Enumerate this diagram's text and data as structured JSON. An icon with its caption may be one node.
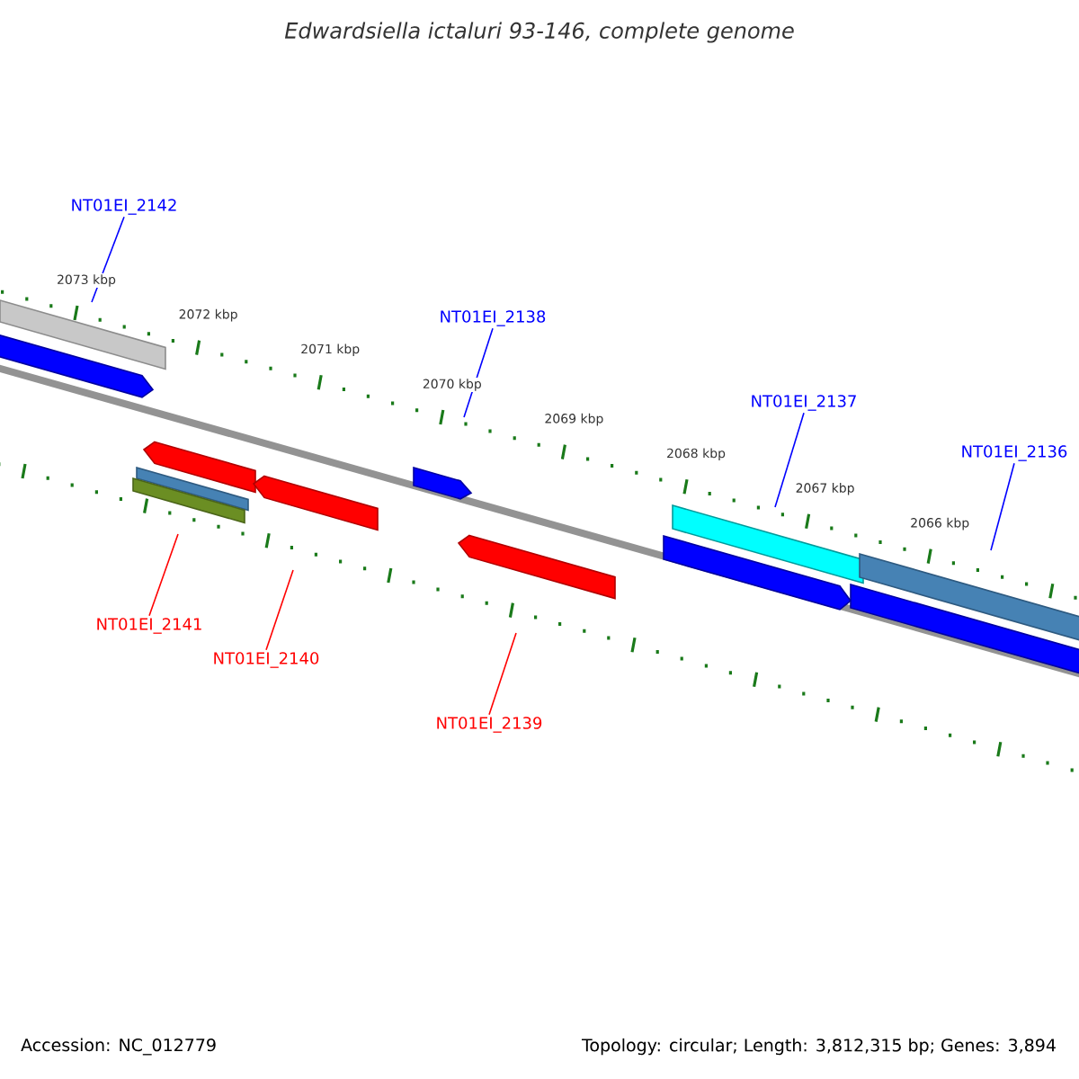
{
  "diagram": {
    "title": "Edwardsiella ictaluri 93-146, complete genome",
    "nodes": [
      {
        "text": [
          "NT01EI_2142"
        ]
      },
      {
        "text": [
          "NT01EI_2138"
        ]
      },
      {
        "text": [
          "NT01EI_2137"
        ]
      },
      {
        "text": [
          "NT01EI_2136"
        ]
      },
      {
        "text": [
          "NT01EI_2141"
        ]
      },
      {
        "text": [
          "NT01EI_2140"
        ]
      },
      {
        "text": [
          "NT01EI_2139"
        ]
      }
    ],
    "edges": [
      {
        "from": 0,
        "to": null,
        "arrow": "none"
      },
      {
        "from": 1,
        "to": null,
        "arrow": "none"
      },
      {
        "from": 2,
        "to": null,
        "arrow": "none"
      },
      {
        "from": 3,
        "to": null,
        "arrow": "none"
      },
      {
        "from": 4,
        "to": null,
        "arrow": "none",
        "color": "#ff0000"
      },
      {
        "from": 5,
        "to": null,
        "arrow": "none",
        "color": "#ff0000"
      },
      {
        "from": 6,
        "to": null,
        "arrow": "none",
        "color": "#ff0000"
      }
    ],
    "labels": [
      "2073 kbp",
      "2072 kbp",
      "2071 kbp",
      "2070 kbp",
      "2069 kbp",
      "2068 kbp",
      "2067 kbp",
      "2066 kbp",
      "Accession: NC_012779",
      "Topology: circular; Length: 3,812,315 bp; Genes: 3,894"
    ]
  }
}
